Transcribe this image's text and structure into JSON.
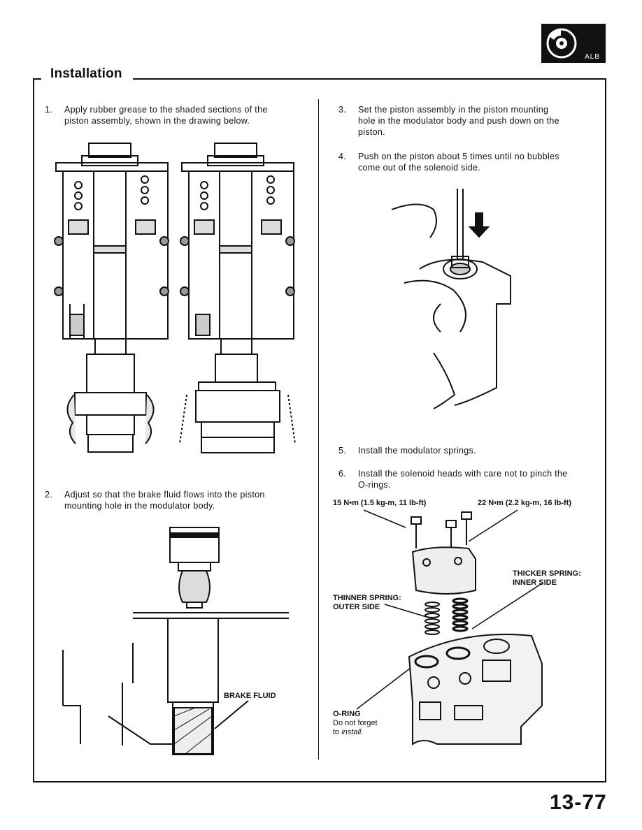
{
  "header": {
    "section_title": "Installation",
    "badge_text": "ALB",
    "badge_icon": "brake-disc-icon"
  },
  "steps": [
    {
      "num": "1.",
      "line1": "Apply rubber grease to the shaded sections of the",
      "line2": "piston assembly, shown in the drawing below."
    },
    {
      "num": "2.",
      "line1": "Adjust so that the brake fluid flows into the piston",
      "line2": "mounting hole in the modulator body."
    },
    {
      "num": "3.",
      "line1": "Set the piston assembly in the piston mounting",
      "line2": "hole in the modulator body and push down on the",
      "line3": "piston."
    },
    {
      "num": "4.",
      "line1": "Push on the piston about 5 times until no bubbles",
      "line2": "come out of the solenoid side."
    },
    {
      "num": "5.",
      "line1": "Install the modulator springs."
    },
    {
      "num": "6.",
      "line1": "Install the solenoid heads with care not to pinch the",
      "line2": "O-rings."
    }
  ],
  "labels": {
    "brake_fluid": "BRAKE FLUID",
    "torque_left": "15 N•m (1.5 kg-m, 11 lb-ft)",
    "torque_right": "22 N•m (2.2 kg-m, 16 lb-ft)",
    "thicker_spring_1": "THICKER SPRING:",
    "thicker_spring_2": "INNER SIDE",
    "thinner_spring_1": "THINNER SPRING:",
    "thinner_spring_2": "OUTER SIDE",
    "oring_title": "O-RING",
    "oring_note_1": "Do not forget",
    "oring_note_2": "to install."
  },
  "footer": {
    "page_number": "13-77"
  }
}
